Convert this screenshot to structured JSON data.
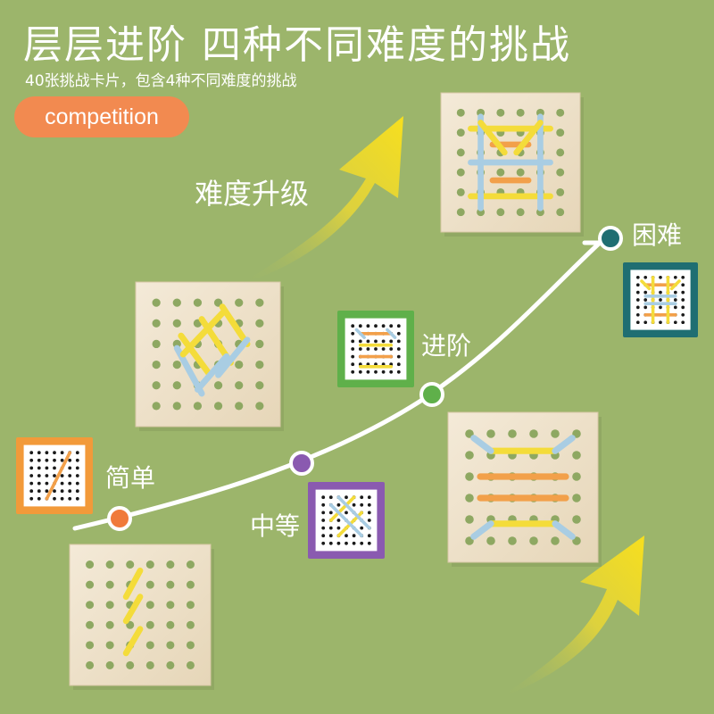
{
  "header": {
    "title": "层层进阶  四种不同难度的挑战",
    "subtitle": "40张挑战卡片，包含4种不同难度的挑战",
    "badge": "competition"
  },
  "labels": {
    "upgrade": "难度升级",
    "easy": "简单",
    "medium": "中等",
    "advanced": "进阶",
    "hard": "困难"
  },
  "colors": {
    "background": "#9cb56b",
    "badge": "#f28a50",
    "arrow": "#f2dc2a",
    "dot_easy": "#f07a3a",
    "dot_medium": "#8a5ab0",
    "dot_advanced": "#5fb04a",
    "dot_hard": "#1f6e72",
    "card_easy": "#f29a3a",
    "card_medium": "#8a5ab0",
    "card_advanced": "#5fb04a",
    "card_hard": "#1f6e72",
    "band_yellow": "#f4dc3a",
    "band_blue": "#a9cde3",
    "band_orange": "#f2a04a"
  },
  "icons": {
    "arrow": "upward-arrow-icon",
    "board": "pegboard-icon",
    "card": "challenge-card-icon"
  }
}
